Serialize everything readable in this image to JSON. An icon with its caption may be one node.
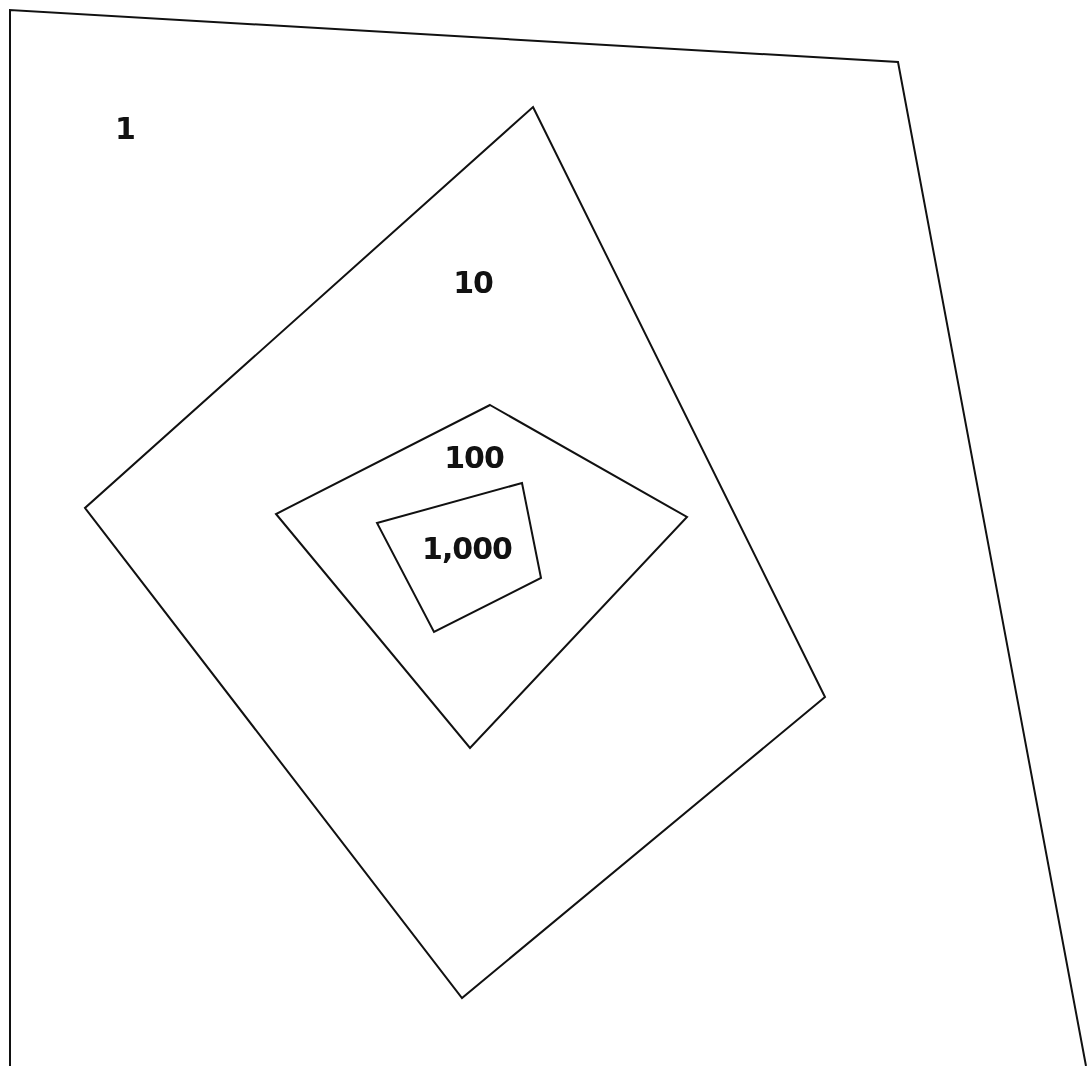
{
  "diagram": {
    "nodes": [
      {
        "text": [
          "1"
        ]
      },
      {
        "text": [
          "10"
        ],
        "in": 0
      },
      {
        "text": [
          "100"
        ],
        "in": 1
      },
      {
        "text": [
          "1,000"
        ],
        "in": 2
      }
    ]
  }
}
